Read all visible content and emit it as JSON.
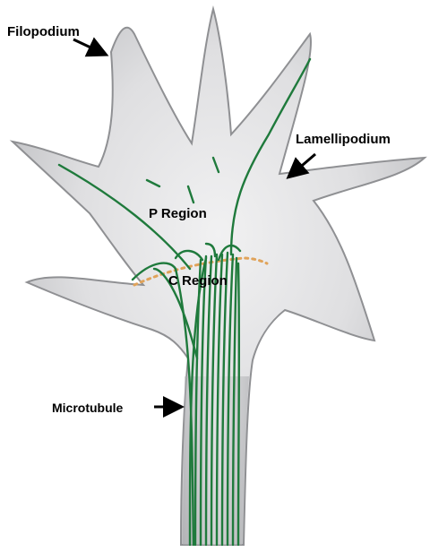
{
  "labels": {
    "filopodium": "Filopodium",
    "lamellipodium": "Lamellipodium",
    "p_region": "P Region",
    "c_region": "C Region",
    "microtubule": "Microtubule"
  },
  "colors": {
    "background": "#ffffff",
    "cell_fill": "#d3d3d5",
    "cell_edge": "#8f9093",
    "microtubule": "#1f7a3c",
    "transition_zone": "#e0a35a",
    "label_text": "#000000"
  }
}
